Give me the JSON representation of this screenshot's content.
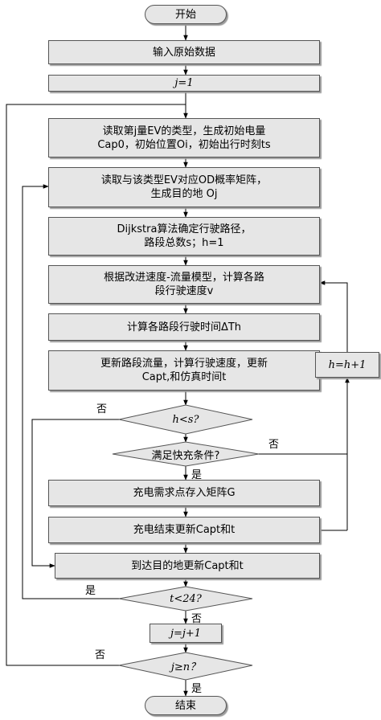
{
  "nodes": {
    "start": "开始",
    "input": "输入原始数据",
    "j_init": "j=1",
    "read_type_1": "读取第j量EV的类型，生成初始电量",
    "read_type_2": "Cap0，初始位置Oi，初始出行时刻ts",
    "od_1": "读取与该类型EV对应OD概率矩阵，",
    "od_2": "生成目的地 Oj",
    "dijkstra_1": "Dijkstra算法确定行驶路径，",
    "dijkstra_2": "路段总数s；h=1",
    "speed_1": "根据改进速度-流量模型，计算各路",
    "speed_2": "段行驶速度v",
    "time": "计算各路段行驶时间ΔTh",
    "update_1": "更新路段流量，计算行驶速度，更新",
    "update_2": "Capt,和仿真时间t",
    "h_inc": "h=h+1",
    "d_h": "h<s?",
    "d_fast": "满足快充条件?",
    "charge_store": "充电需求点存入矩阵G",
    "charge_end": "充电结束更新Capt和t",
    "arrive": "到达目的地更新Capt和t",
    "d_t": "t<24?",
    "j_inc": "j=j+1",
    "d_j": "j≥n？",
    "end": "结束"
  },
  "labels": {
    "no": "否",
    "yes": "是"
  }
}
